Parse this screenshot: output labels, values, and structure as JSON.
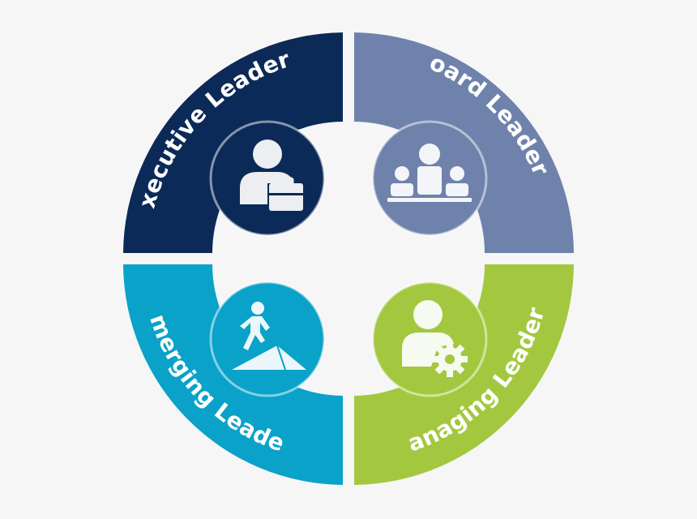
{
  "quadrants": [
    {
      "id": "executive",
      "label": "Executive Leaders",
      "color": "#0c2a57",
      "icon": "executive-briefcase-icon"
    },
    {
      "id": "board",
      "label": "Board Leaders",
      "color": "#6f82ab",
      "icon": "board-meeting-icon"
    },
    {
      "id": "emerging",
      "label": "Emerging Leaders",
      "color": "#0aa2c8",
      "icon": "climbing-person-icon"
    },
    {
      "id": "managing",
      "label": "Managing Leaders",
      "color": "#a3c83f",
      "icon": "person-gear-icon"
    }
  ],
  "colors": {
    "background": "#f6f6f7",
    "center": "#f6f6f7",
    "icon_fill": "#ffffff"
  }
}
